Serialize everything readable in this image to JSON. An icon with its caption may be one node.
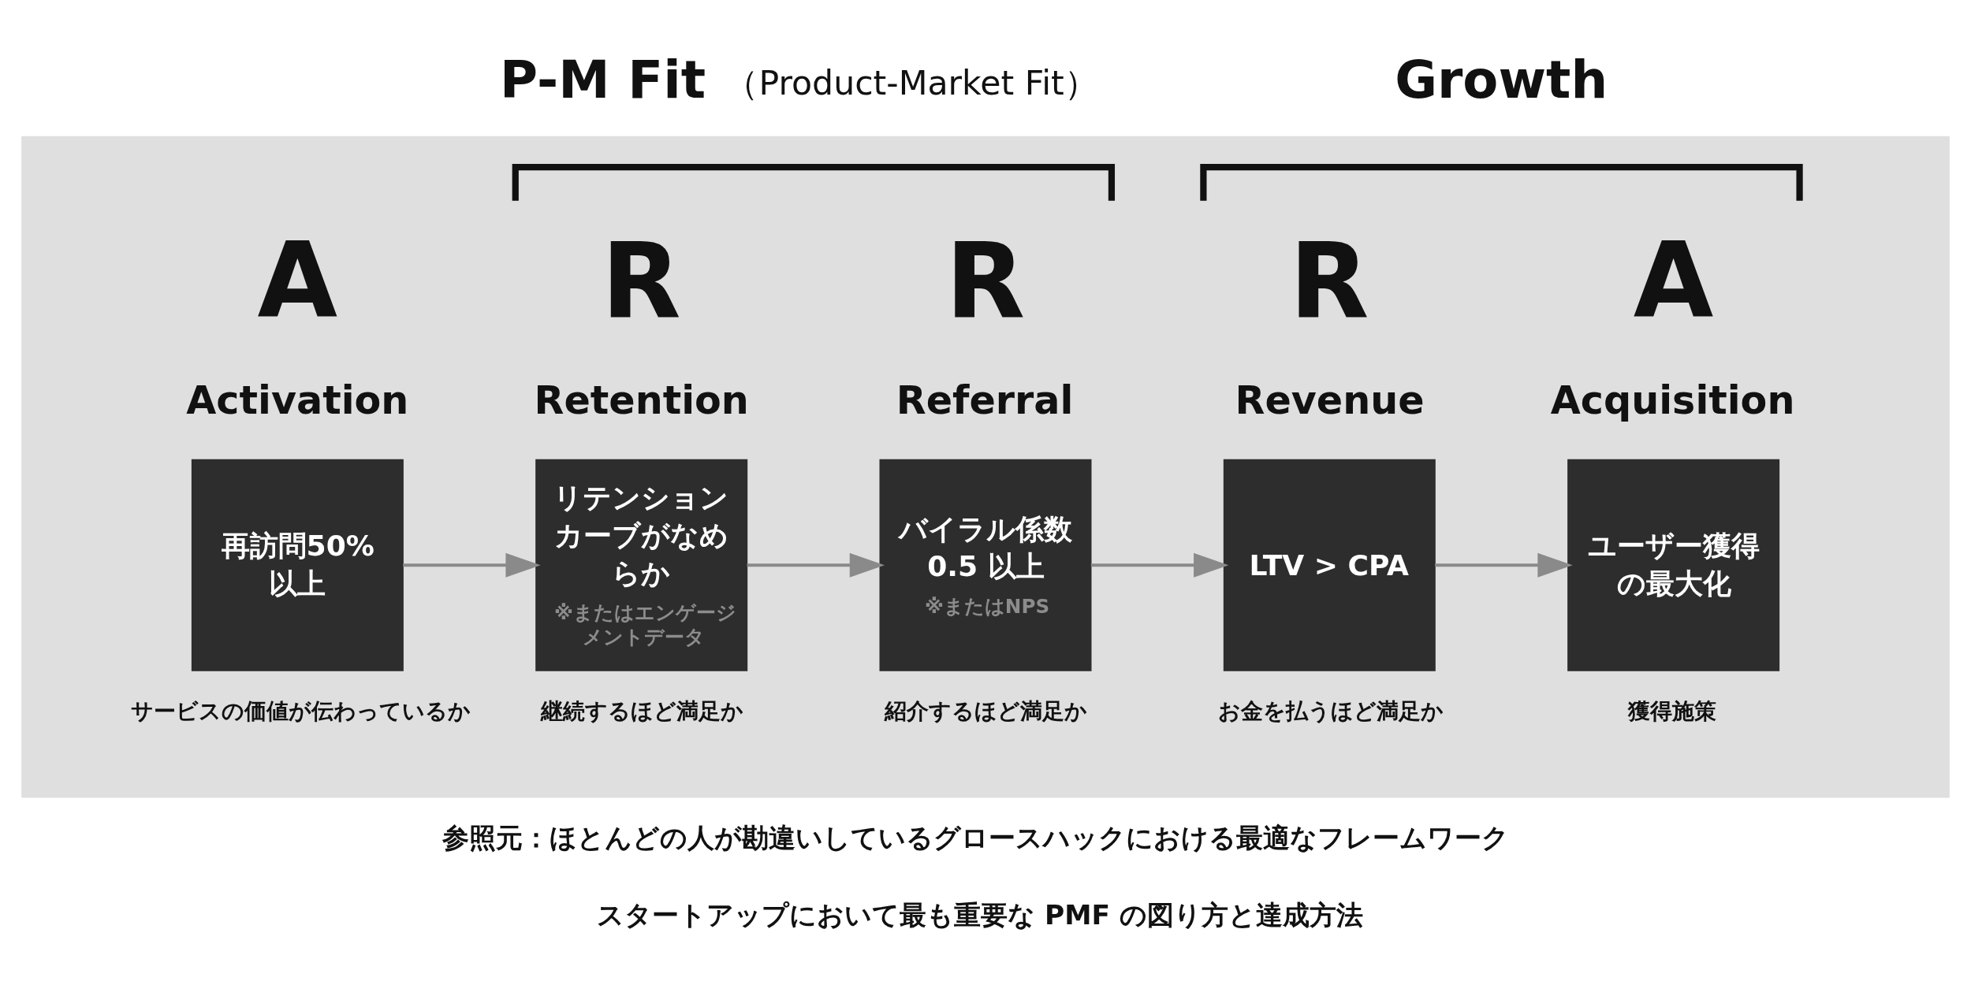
{
  "diagram": {
    "nodes": [
      {
        "text": [],
        "shape": "box"
      },
      {
        "text": [
          "再訪問50% 以上"
        ],
        "beside": [
          "A",
          "Activation",
          "サービスの価値が伝わっているか"
        ],
        "in": 0
      },
      {
        "text": [
          "リテンションカーブがなめらか",
          "※またはエンゲージメントデータ"
        ],
        "beside": [
          "R",
          "Retention",
          "継続するほど満足か"
        ],
        "in": 0
      },
      {
        "text": [
          "バイラル係数0.5 以上",
          "※またはNPS"
        ],
        "beside": [
          "R",
          "Referral",
          "紹介するほど満足か"
        ],
        "in": 0
      },
      {
        "text": [
          "LTV > CPA"
        ],
        "beside": [
          "R",
          "Revenue",
          "お金を払うほど満足か"
        ],
        "in": 0
      },
      {
        "text": [
          "ユーザー獲得の最大化"
        ],
        "beside": [
          "A",
          "Acquisition",
          "獲得施策"
        ],
        "in": 0
      }
    ],
    "edges": [
      {
        "from": 1,
        "to": 2,
        "arrow": "to"
      },
      {
        "from": 2,
        "to": 3,
        "arrow": "to"
      },
      {
        "from": 3,
        "to": 4,
        "arrow": "to"
      },
      {
        "from": 4,
        "to": 5,
        "arrow": "to"
      }
    ],
    "labels": [
      "P-M Fit",
      "（Product-Market Fit）",
      "Growth",
      "参照元：ほとんどの人が勘違いしているグロースハックにおける最適なフレームワーク",
      "スタートアップにおいて最も重要な PMF の図り方と達成方法"
    ]
  }
}
